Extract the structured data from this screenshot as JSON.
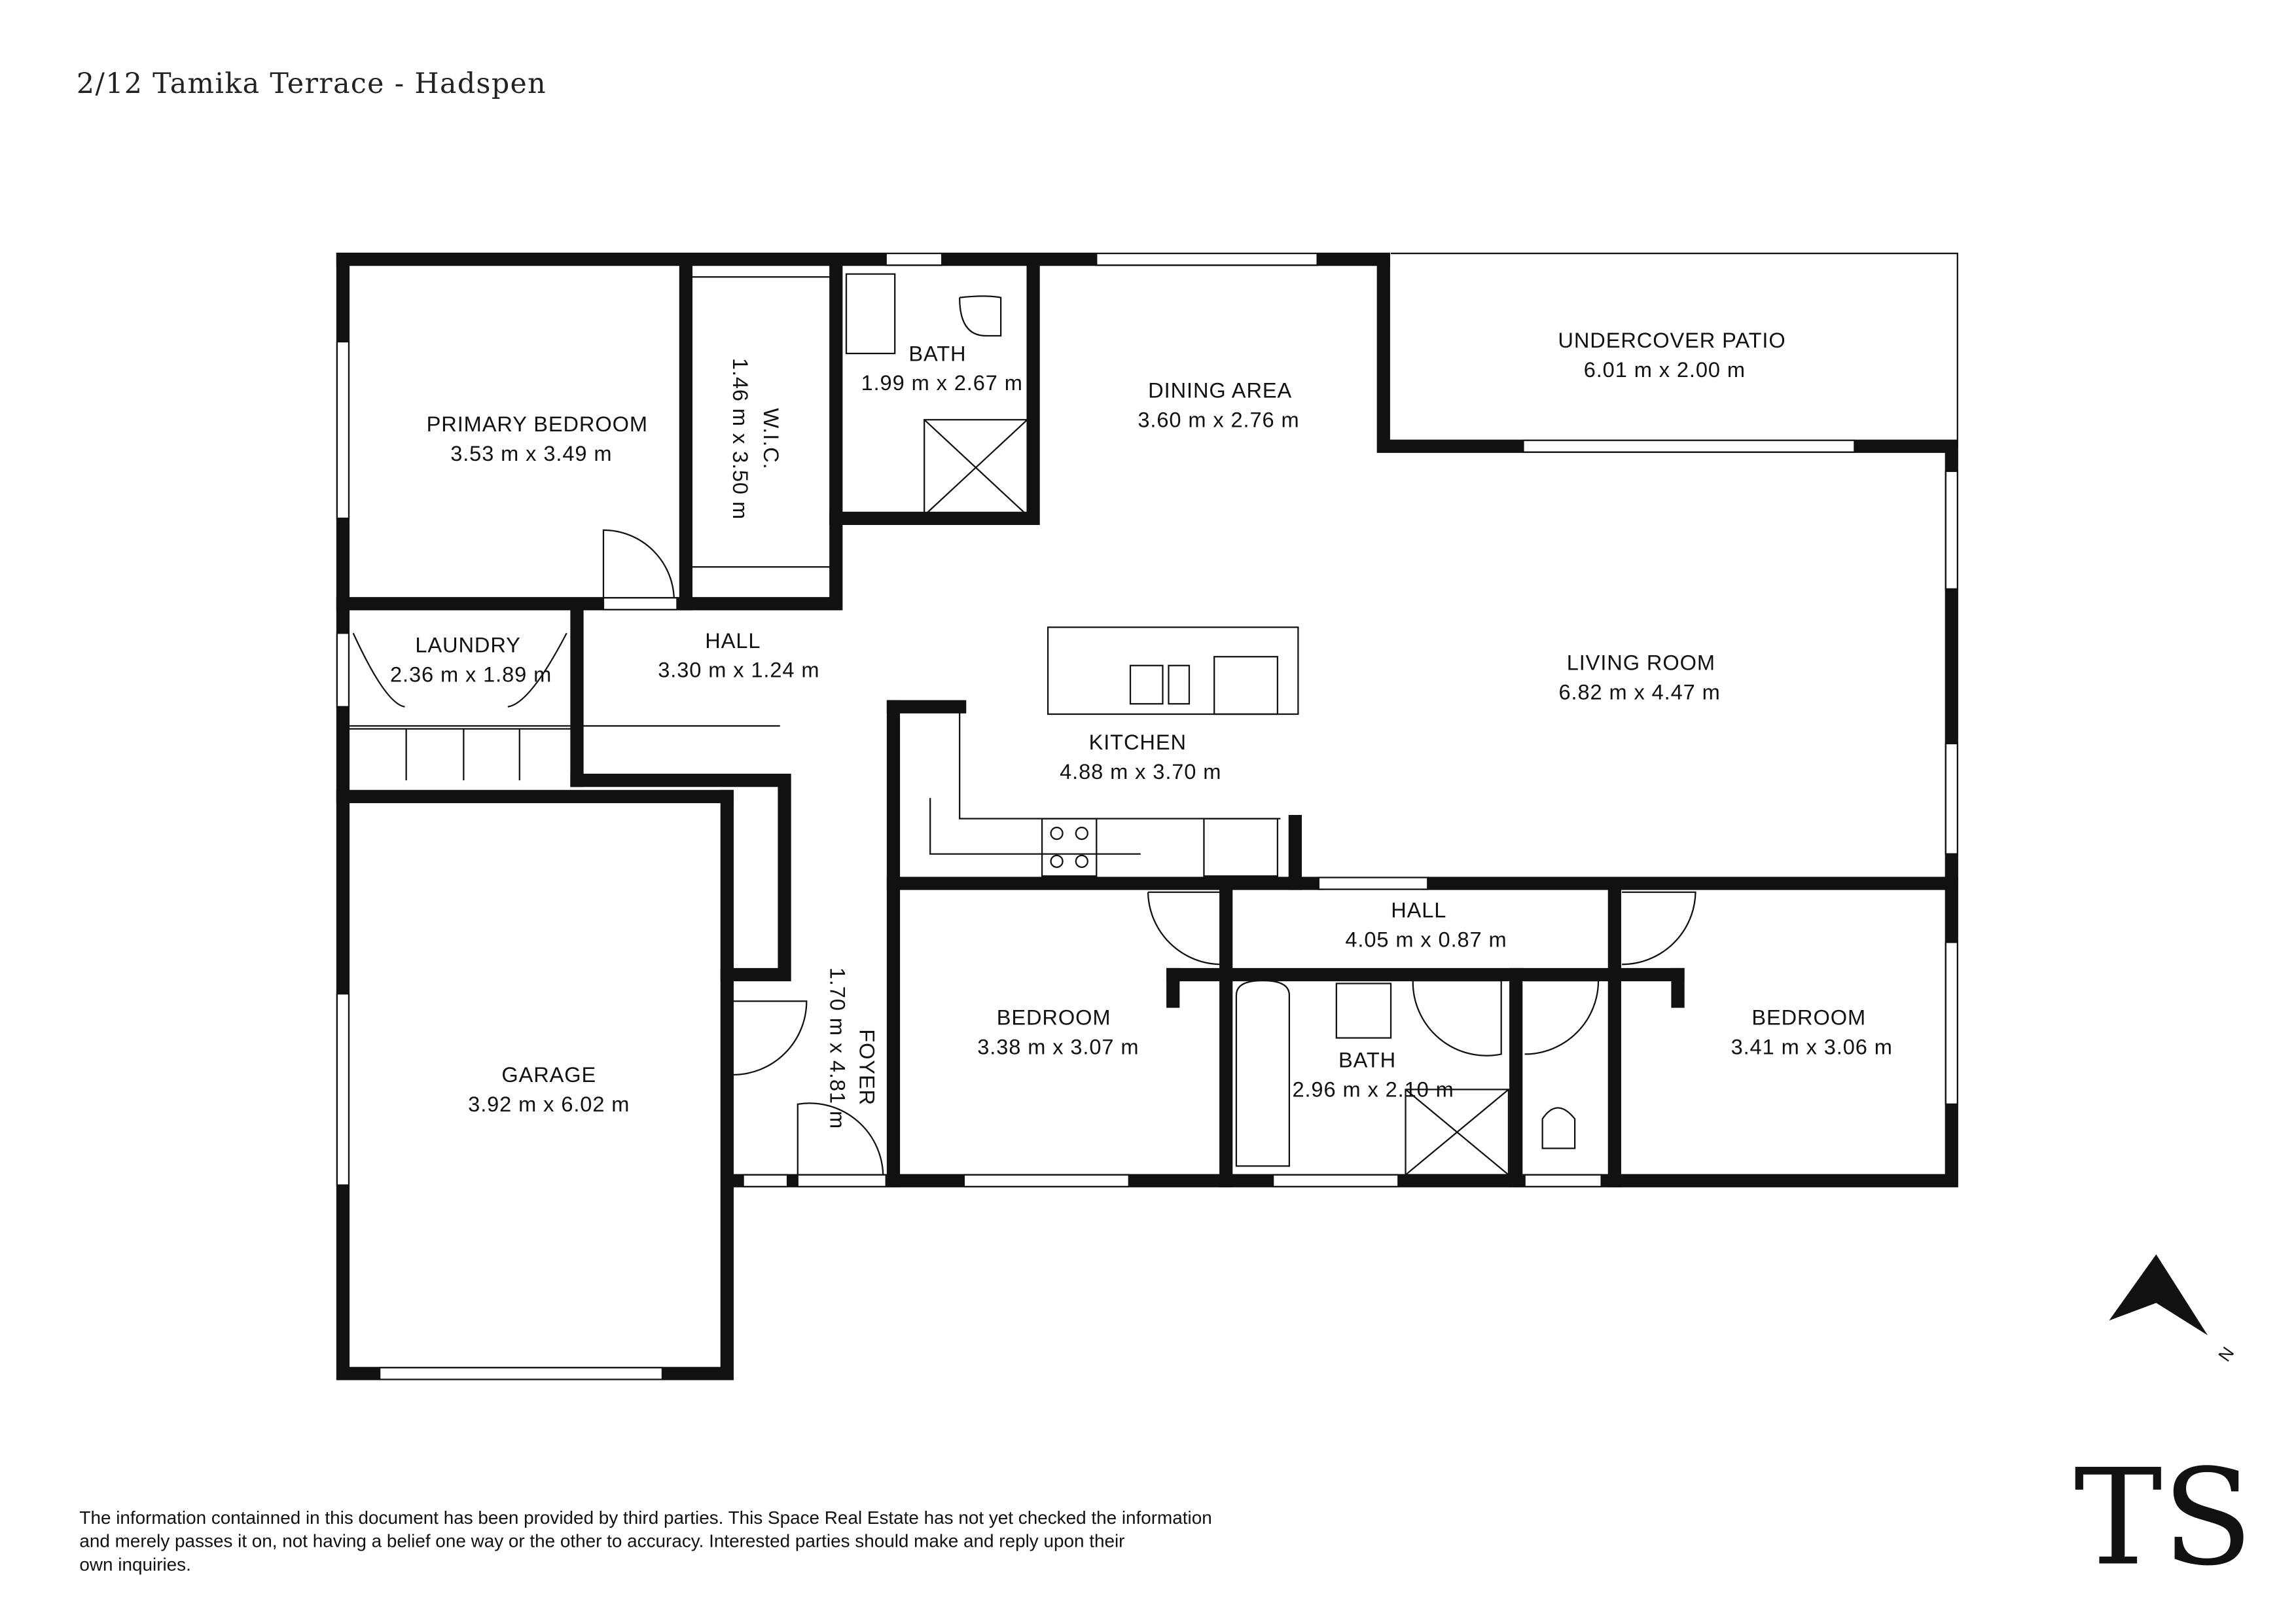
{
  "header": {
    "title": "2/12 Tamika Terrace - Hadspen"
  },
  "rooms": [
    {
      "name": "PRIMARY BEDROOM",
      "dims": "3.53 m x 3.49 m"
    },
    {
      "name": "W.I.C.",
      "dims": "1.46 m x 3.50 m"
    },
    {
      "name": "BATH",
      "dims": "1.99 m x 2.67 m"
    },
    {
      "name": "DINING AREA",
      "dims": "3.60 m x 2.76 m"
    },
    {
      "name": "UNDERCOVER PATIO",
      "dims": "6.01 m x 2.00 m"
    },
    {
      "name": "LAUNDRY",
      "dims": "2.36 m x 1.89 m"
    },
    {
      "name": "HALL",
      "dims": "3.30 m x 1.24 m"
    },
    {
      "name": "KITCHEN",
      "dims": "4.88 m x 3.70 m"
    },
    {
      "name": "LIVING ROOM",
      "dims": "6.82 m x 4.47 m"
    },
    {
      "name": "GARAGE",
      "dims": "3.92 m x 6.02 m"
    },
    {
      "name": "FOYER",
      "dims": "1.70 m x 4.81 m"
    },
    {
      "name": "BEDROOM",
      "dims": "3.38 m x 3.07 m"
    },
    {
      "name": "HALL",
      "dims": "4.05 m x 0.87 m"
    },
    {
      "name": "BATH",
      "dims": "2.96 m x 2.10 m"
    },
    {
      "name": "BEDROOM",
      "dims": "3.41 m x 3.06 m"
    }
  ],
  "compass": {
    "label": "N"
  },
  "logo": {
    "text": "TS"
  },
  "disclaimer": [
    "The information containned in this document has been provided by third parties. This Space Real Estate has not yet checked the information",
    "and merely passes it on, not having a belief one way or the other to accuracy. Interested parties should make and reply upon their",
    "own inquiries."
  ]
}
